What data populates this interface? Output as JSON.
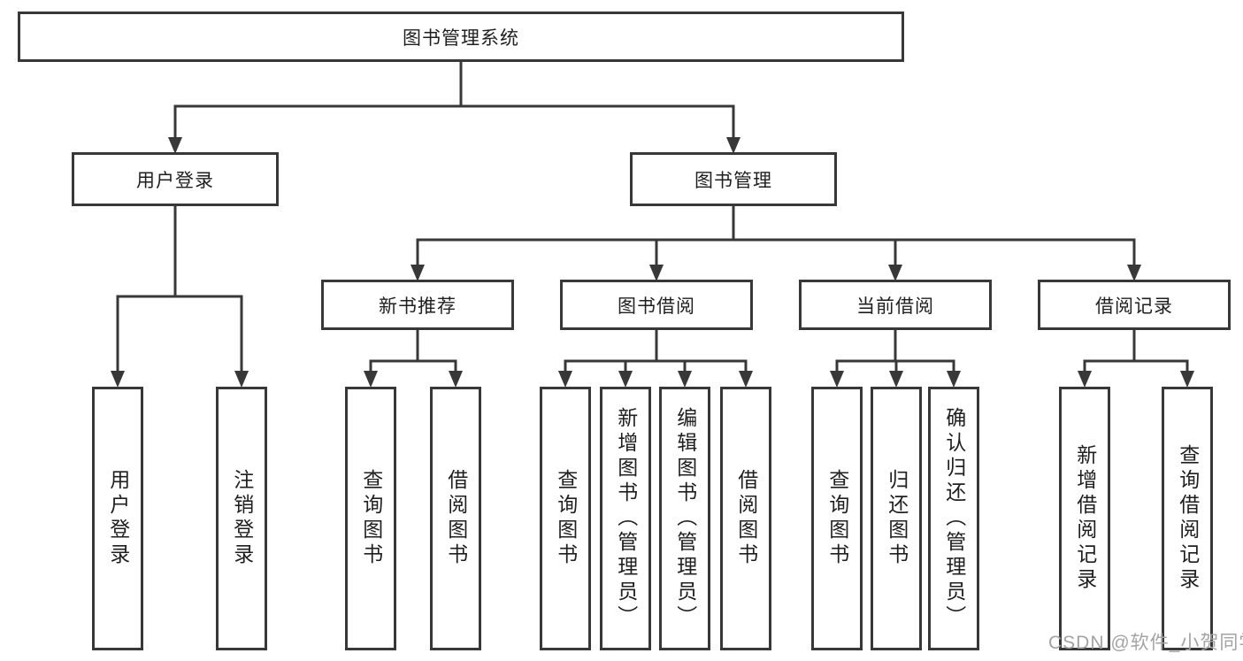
{
  "diagram": {
    "root": "图书管理系统",
    "level2": {
      "user_login": "用户登录",
      "book_mgmt": "图书管理"
    },
    "level3": {
      "new_book_rec": "新书推荐",
      "book_borrow": "图书借阅",
      "current_borrow": "当前借阅",
      "borrow_records": "借阅记录"
    },
    "leaves": {
      "login_user_login": "用户登录",
      "login_logout": "注销登录",
      "rec_query_books": "查询图书",
      "rec_borrow_books": "借阅图书",
      "bb_query_books": "查询图书",
      "bb_add_books_admin": "新增图书（管理员）",
      "bb_edit_books_admin": "编辑图书（管理员）",
      "bb_borrow_books": "借阅图书",
      "cb_query_books": "查询图书",
      "cb_return_books": "归还图书",
      "cb_confirm_return_admin": "确认归还（管理员）",
      "br_add_record": "新增借阅记录",
      "br_query_record": "查询借阅记录"
    },
    "watermark": "CSDN @软件_小贺同学",
    "colors": {
      "line": "#383838",
      "text": "#1f1f1f",
      "watermark": "#a3a3a3",
      "background": "#ffffff"
    }
  }
}
